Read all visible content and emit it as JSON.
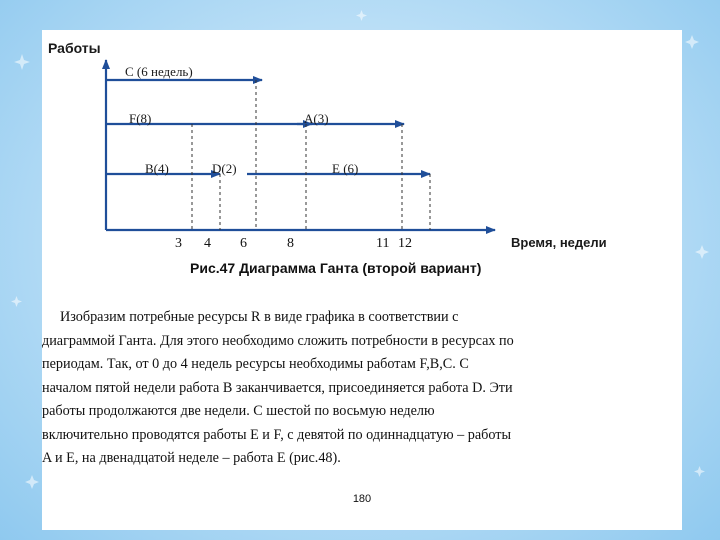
{
  "figure": {
    "y_axis_label": "Работы",
    "x_axis_label": "Время, недели",
    "caption": "Рис.47 Диаграмма Ганта (второй вариант)",
    "task_labels": {
      "C": "C (6 недель)",
      "F": "F(8)",
      "A": "A(3)",
      "B": "B(4)",
      "D": "D(2)",
      "E": "E (6)"
    },
    "tick_labels": [
      "3",
      "4",
      "6",
      "8",
      "11",
      "12"
    ]
  },
  "body_text": [
    "Изобразим потребные ресурсы R в виде графика в соответствии с",
    "диаграммой Ганта. Для этого необходимо сложить потребности в ресурсах по",
    "периодам. Так, от 0 до 4 недель ресурсы необходимы работам F,B,C. С",
    "началом пятой недели работа B заканчивается, присоединяется работа D. Эти",
    "работы продолжаются две недели. С шестой по восьмую неделю",
    "включительно проводятся работы E и F, с девятой по одиннадцатую – работы",
    "A и E, на двенадцатой неделе – работа E (рис.48)."
  ],
  "page_number": "180"
}
